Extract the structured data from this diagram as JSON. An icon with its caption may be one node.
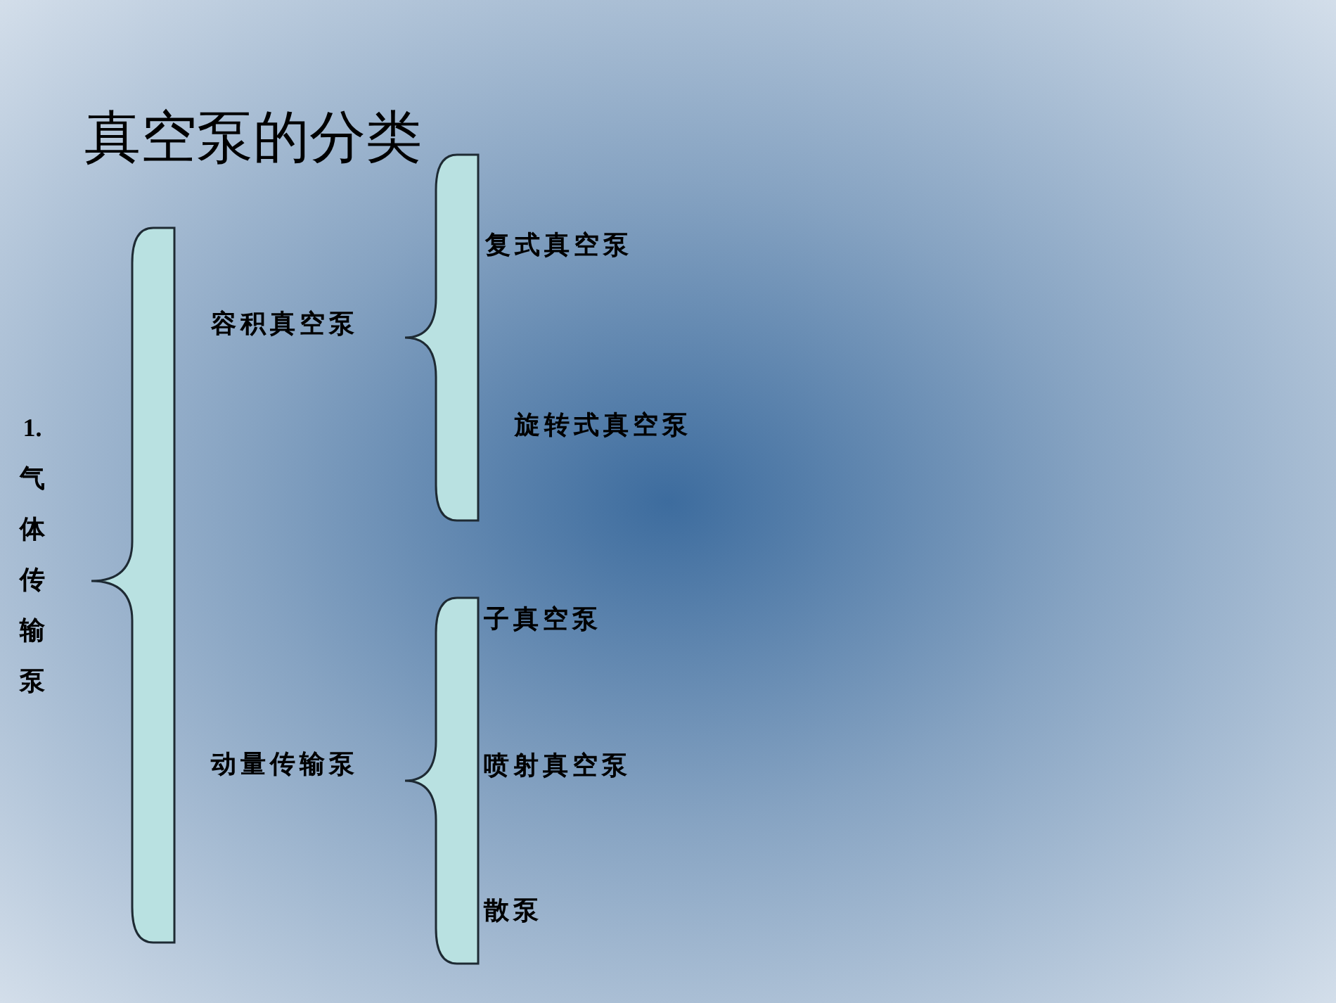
{
  "diagram": {
    "title": "真空泵的分类",
    "nodes": [
      {
        "text": [
          "1. 气体传输泵"
        ]
      },
      {
        "text": [
          "容积真空泵"
        ]
      },
      {
        "text": [
          "复式真空泵"
        ]
      },
      {
        "text": [
          "旋转式真空泵"
        ]
      },
      {
        "text": [
          "动量传输泵"
        ]
      },
      {
        "text": [
          "子真空泵"
        ]
      },
      {
        "text": [
          "喷射真空泵"
        ]
      },
      {
        "text": [
          "散泵"
        ]
      },
      {
        "text": [],
        "shape": "bracket"
      },
      {
        "text": [],
        "shape": "bracket"
      },
      {
        "text": [],
        "shape": "bracket"
      }
    ]
  }
}
